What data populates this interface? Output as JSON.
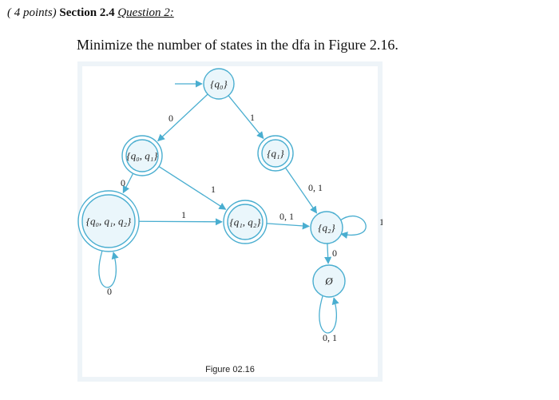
{
  "header": {
    "points": "( 4 points)",
    "section": "Section 2.4",
    "question": "Question 2:"
  },
  "prompt": "Minimize the number of states in the dfa in Figure 2.16.",
  "figure": {
    "caption": "Figure 02.16",
    "colors": {
      "stroke": "#4aaed0",
      "fill": "#eaf6fb"
    },
    "states": [
      {
        "id": "q0",
        "label": "{q₀}",
        "accepting": false,
        "start": true
      },
      {
        "id": "q01",
        "label": "{q₀, q₁}",
        "accepting": true
      },
      {
        "id": "q1",
        "label": "{q₁}",
        "accepting": true
      },
      {
        "id": "q012",
        "label": "{q₀, q₁, q₂}",
        "accepting": true
      },
      {
        "id": "q12",
        "label": "{q₁, q₂}",
        "accepting": true
      },
      {
        "id": "q2",
        "label": "{q₂}",
        "accepting": false
      },
      {
        "id": "empty",
        "label": "Ø",
        "accepting": false
      }
    ],
    "edges": [
      {
        "from": "q0",
        "to": "q01",
        "label": "0"
      },
      {
        "from": "q0",
        "to": "q1",
        "label": "1"
      },
      {
        "from": "q01",
        "to": "q012",
        "label": "0"
      },
      {
        "from": "q01",
        "to": "q12",
        "label": "1"
      },
      {
        "from": "q1",
        "to": "q2",
        "label": "0, 1"
      },
      {
        "from": "q012",
        "to": "q12",
        "label": "1"
      },
      {
        "from": "q012",
        "to": "q012",
        "label": "0"
      },
      {
        "from": "q12",
        "to": "q2",
        "label": "0, 1"
      },
      {
        "from": "q2",
        "to": "q2",
        "label": "1"
      },
      {
        "from": "q2",
        "to": "empty",
        "label": "0"
      },
      {
        "from": "empty",
        "to": "empty",
        "label": "0, 1"
      }
    ]
  }
}
